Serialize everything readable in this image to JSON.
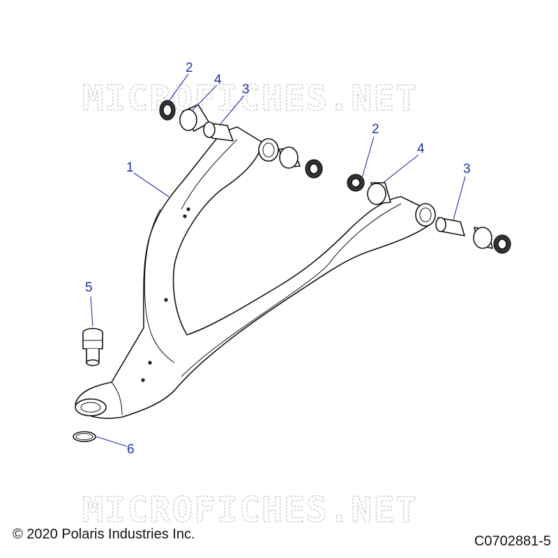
{
  "watermark": "MICROFICHES.NET",
  "callouts": [
    {
      "id": "c2a",
      "label": "2"
    },
    {
      "id": "c4a",
      "label": "4"
    },
    {
      "id": "c3a",
      "label": "3"
    },
    {
      "id": "c1",
      "label": "1"
    },
    {
      "id": "c2b",
      "label": "2"
    },
    {
      "id": "c4b",
      "label": "4"
    },
    {
      "id": "c3b",
      "label": "3"
    },
    {
      "id": "c5",
      "label": "5"
    },
    {
      "id": "c6",
      "label": "6"
    }
  ],
  "footer": {
    "copyright": "© 2020 Polaris Industries Inc.",
    "drawing_number": "C0702881-5"
  },
  "colors": {
    "callout": "#1f2fa8",
    "watermark": "#c9c9c9",
    "outline": "#111111"
  }
}
